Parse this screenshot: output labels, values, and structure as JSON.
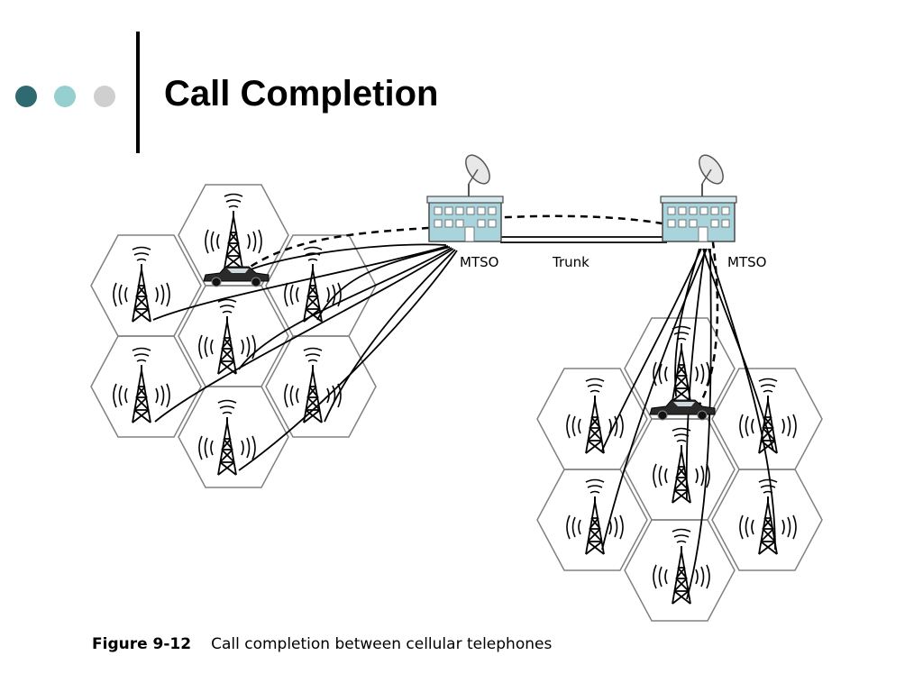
{
  "slide": {
    "title": "Call Completion"
  },
  "diagram": {
    "labels": {
      "mtso_left": "MTSO",
      "mtso_right": "MTSO",
      "trunk": "Trunk"
    },
    "caption": {
      "figure_number": "Figure 9-12",
      "text": "Call completion between cellular telephones"
    }
  },
  "colors": {
    "dot_dark": "#2f6a70",
    "dot_light": "#95cfcf",
    "dot_gray": "#cfcfcf",
    "cell_outline": "#808080",
    "building": "#a9d4dc"
  }
}
